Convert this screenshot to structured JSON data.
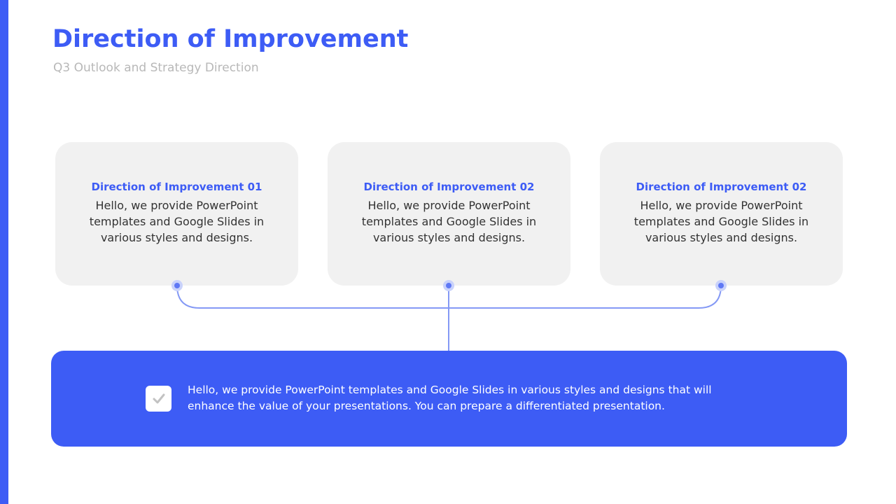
{
  "slide": {
    "title": "Direction of Improvement",
    "subtitle": "Q3 Outlook and Strategy Direction",
    "accent_color": "#3d5cf5",
    "card_bg_color": "#f1f1f1",
    "connector_color": "#8499f5"
  },
  "cards": [
    {
      "title": "Direction of Improvement 01",
      "body": "Hello, we provide PowerPoint templates and Google Slides in various styles and designs."
    },
    {
      "title": "Direction of Improvement 02",
      "body": "Hello, we provide PowerPoint templates and Google Slides in various styles and designs."
    },
    {
      "title": "Direction of Improvement 02",
      "body": "Hello, we provide PowerPoint templates and Google Slides in various styles and designs."
    }
  ],
  "banner": {
    "icon": "checkmark-icon",
    "text": "Hello, we provide PowerPoint templates and Google Slides in various styles and designs that will enhance the value of your presentations. You can prepare a differentiated presentation."
  }
}
